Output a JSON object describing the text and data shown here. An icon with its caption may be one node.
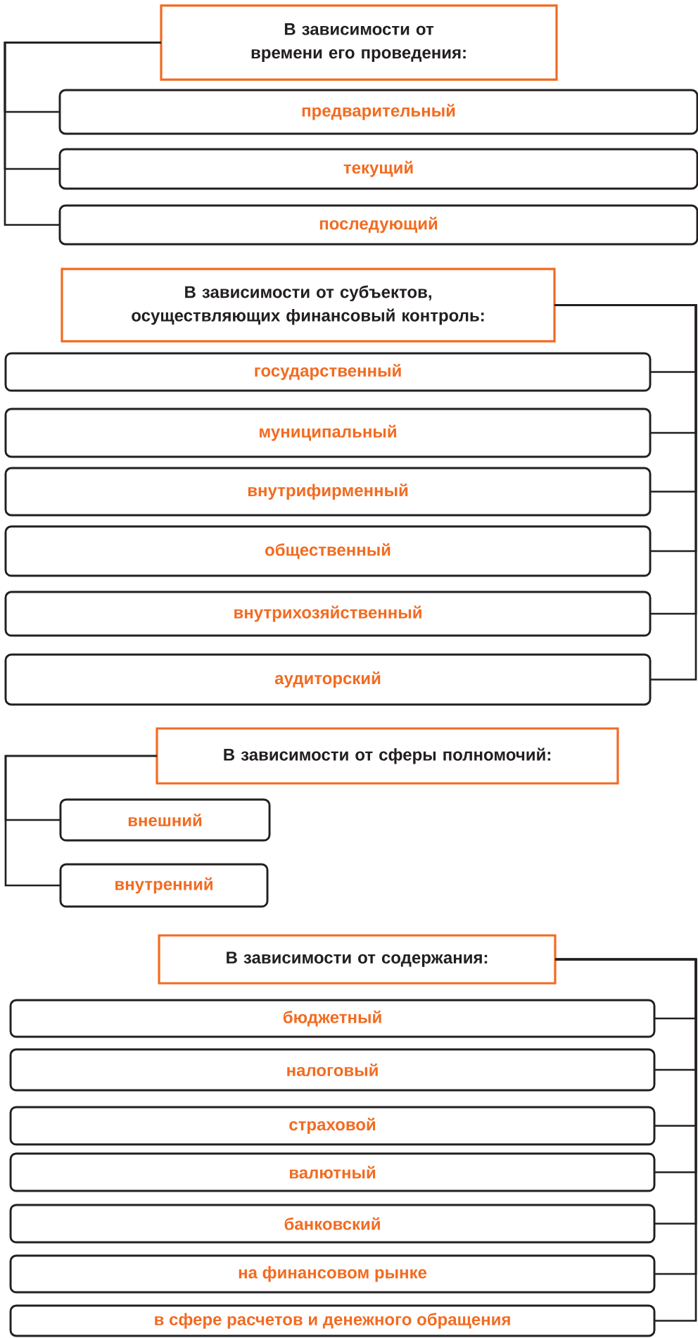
{
  "diagram": {
    "nodes": [
      {
        "text": [
          "В зависимости от времени его проведения:"
        ]
      },
      {
        "text": [
          "предварительный"
        ]
      },
      {
        "text": [
          "текущий"
        ]
      },
      {
        "text": [
          "последующий"
        ]
      },
      {
        "text": [
          "В зависимости от субъектов, осуществляющих финансовый контроль:"
        ]
      },
      {
        "text": [
          "государственный"
        ]
      },
      {
        "text": [
          "муниципальный"
        ]
      },
      {
        "text": [
          "внутрифирменный"
        ]
      },
      {
        "text": [
          "общественный"
        ]
      },
      {
        "text": [
          "внутрихозяйственный"
        ]
      },
      {
        "text": [
          "аудиторский"
        ]
      },
      {
        "text": [
          "В зависимости от сферы полномочий:"
        ]
      },
      {
        "text": [
          "внешний"
        ]
      },
      {
        "text": [
          "внутренний"
        ]
      },
      {
        "text": [
          "В зависимости от содержания:"
        ]
      },
      {
        "text": [
          "бюджетный"
        ]
      },
      {
        "text": [
          "налоговый"
        ]
      },
      {
        "text": [
          "страховой"
        ]
      },
      {
        "text": [
          "валютный"
        ]
      },
      {
        "text": [
          "банковский"
        ]
      },
      {
        "text": [
          "на финансовом рынке"
        ]
      },
      {
        "text": [
          "в сфере расчетов и денежного обращения"
        ]
      }
    ],
    "edges": [
      {
        "from": 0,
        "to": 1,
        "arrow": "none"
      },
      {
        "from": 0,
        "to": 2,
        "arrow": "none"
      },
      {
        "from": 0,
        "to": 3,
        "arrow": "none"
      },
      {
        "from": 4,
        "to": 5,
        "arrow": "none"
      },
      {
        "from": 4,
        "to": 6,
        "arrow": "none"
      },
      {
        "from": 4,
        "to": 7,
        "arrow": "none"
      },
      {
        "from": 4,
        "to": 8,
        "arrow": "none"
      },
      {
        "from": 4,
        "to": 9,
        "arrow": "none"
      },
      {
        "from": 4,
        "to": 10,
        "arrow": "none"
      },
      {
        "from": 11,
        "to": 12,
        "arrow": "none"
      },
      {
        "from": 11,
        "to": 13,
        "arrow": "none"
      },
      {
        "from": 14,
        "to": 15,
        "arrow": "none"
      },
      {
        "from": 14,
        "to": 16,
        "arrow": "none"
      },
      {
        "from": 14,
        "to": 17,
        "arrow": "none"
      },
      {
        "from": 14,
        "to": 18,
        "arrow": "none"
      },
      {
        "from": 14,
        "to": 19,
        "arrow": "none"
      },
      {
        "from": 14,
        "to": 20,
        "arrow": "none"
      },
      {
        "from": 14,
        "to": 21,
        "arrow": "none"
      }
    ]
  }
}
